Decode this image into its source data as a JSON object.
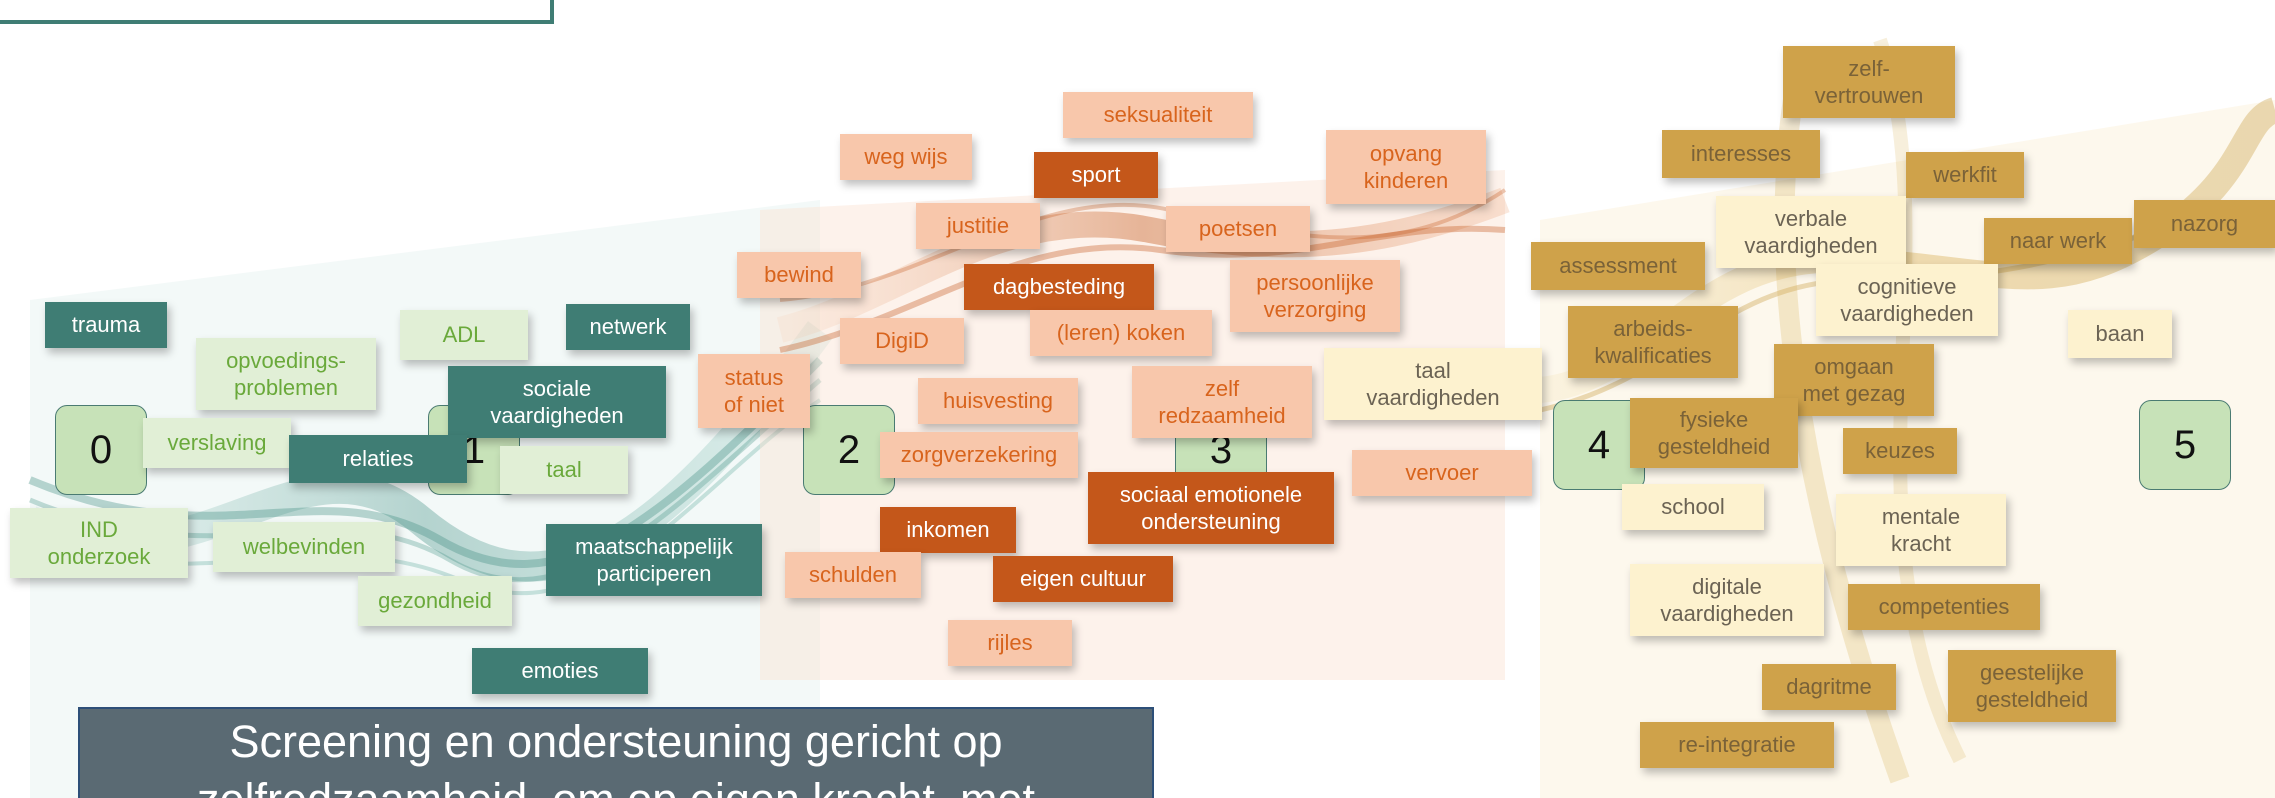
{
  "steps": [
    "0",
    "1",
    "2",
    "3",
    "4",
    "5"
  ],
  "title": "Screening en ondersteuning gericht op zelfredzaamheid, om op eigen kracht, met",
  "colors": {
    "teal": "#3f7d74",
    "light_green": "#e1efd6",
    "salmon": "#f8c7ab",
    "rust": "#c4571a",
    "gold": "#cfa24a",
    "cream": "#fdf2cf",
    "step_box": "#c7e2b8",
    "title_bg": "#5a6a73"
  },
  "labels": {
    "trauma": "trauma",
    "opvoedingsproblemen": "opvoedings-\nproblemen",
    "adl": "ADL",
    "netwerk": "netwerk",
    "verslaving": "verslaving",
    "sociale_vaardigheden": "sociale\nvaardigheden",
    "relaties": "relaties",
    "taal": "taal",
    "ind_onderzoek": "IND\nonderzoek",
    "welbevinden": "welbevinden",
    "maatschappelijk_participeren": "maatschappelijk\nparticiperen",
    "gezondheid": "gezondheid",
    "emoties": "emoties",
    "seksualiteit": "seksualiteit",
    "weg_wijs": "weg wijs",
    "sport": "sport",
    "opvang_kinderen": "opvang\nkinderen",
    "justitie": "justitie",
    "poetsen": "poetsen",
    "bewind": "bewind",
    "dagbesteding": "dagbesteding",
    "persoonlijke_verzorging": "persoonlijke\nverzorging",
    "digid": "DigiD",
    "leren_koken": "(leren) koken",
    "status_of_niet": "status\nof niet",
    "huisvesting": "huisvesting",
    "zelfredzaamheid": "zelf\nredzaamheid",
    "zorgverzekering": "zorgverzekering",
    "sociaal_emotionele_ondersteuning": "sociaal emotionele\nondersteuning",
    "inkomen": "inkomen",
    "vervoer": "vervoer",
    "schulden": "schulden",
    "eigen_cultuur": "eigen cultuur",
    "rijles": "rijles",
    "taal_vaardigheden": "taal\nvaardigheden",
    "zelfvertrouwen": "zelf-\nvertrouwen",
    "interesses": "interesses",
    "werkfit": "werkfit",
    "verbale_vaardigheden": "verbale\nvaardigheden",
    "naar_werk": "naar werk",
    "nazorg": "nazorg",
    "assessment": "assessment",
    "cognitieve_vaardigheden": "cognitieve\nvaardigheden",
    "arbeidskwalificaties": "arbeids-\nkwalificaties",
    "baan": "baan",
    "omgaan_met_gezag": "omgaan\nmet gezag",
    "fysieke_gesteldheid": "fysieke\ngesteldheid",
    "keuzes": "keuzes",
    "school": "school",
    "mentale_kracht": "mentale\nkracht",
    "digitale_vaardigheden": "digitale\nvaardigheden",
    "competenties": "competenties",
    "dagritme": "dagritme",
    "geestelijke_gesteldheid": "geestelijke\ngesteldheid",
    "re_integratie": "re-integratie"
  }
}
